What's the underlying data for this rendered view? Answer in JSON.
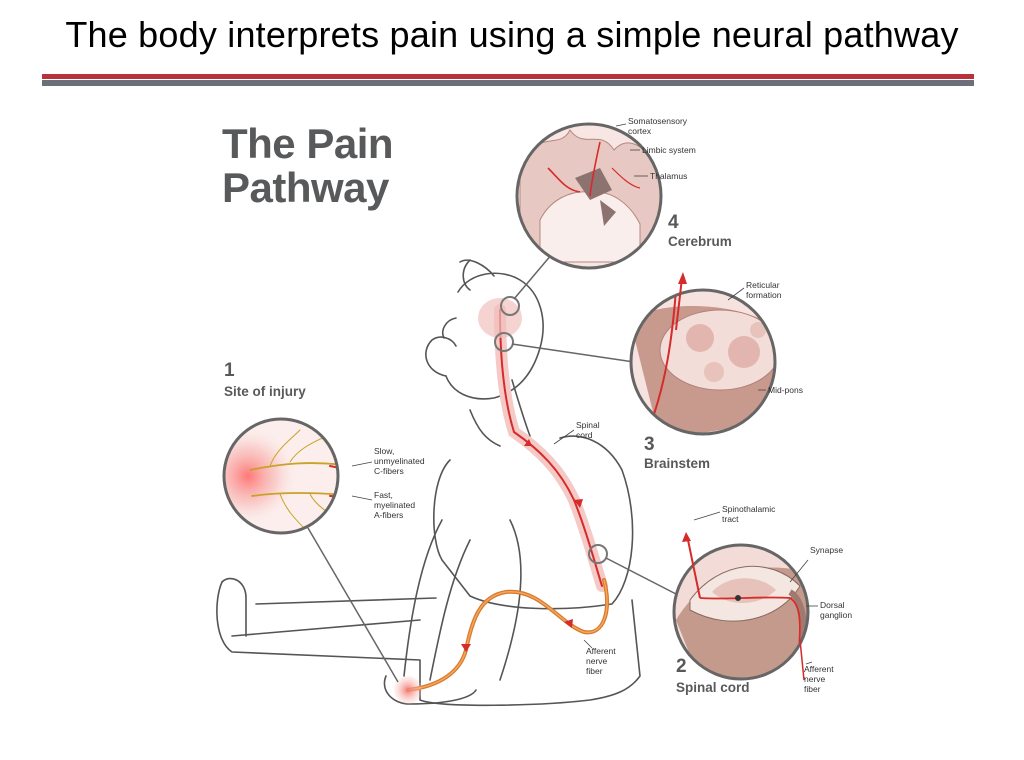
{
  "slide": {
    "title": "The body interprets pain using a simple neural pathway"
  },
  "figure": {
    "heading_line1": "The Pain",
    "heading_line2": "Pathway",
    "stages": [
      {
        "number": "1",
        "name": "Site of injury"
      },
      {
        "number": "2",
        "name": "Spinal cord"
      },
      {
        "number": "3",
        "name": "Brainstem"
      },
      {
        "number": "4",
        "name": "Cerebrum"
      }
    ],
    "labels": {
      "somatosensory_1": "Somatosensory",
      "somatosensory_2": "cortex",
      "limbic": "Limbic system",
      "thalamus": "Thalamus",
      "reticular_1": "Reticular",
      "reticular_2": "formation",
      "midpons": "Mid-pons",
      "spinal_cord_1": "Spinal",
      "spinal_cord_2": "cord",
      "slow_1": "Slow,",
      "slow_2": "unmyelinated",
      "slow_3": "C-fibers",
      "fast_1": "Fast,",
      "fast_2": "myelinated",
      "fast_3": "A-fibers",
      "spinothalamic_1": "Spinothalamic",
      "spinothalamic_2": "tract",
      "synapse": "Synapse",
      "dorsal_1": "Dorsal",
      "dorsal_2": "ganglion",
      "afferent_body_1": "Afferent",
      "afferent_body_2": "nerve",
      "afferent_body_3": "fiber",
      "afferent_cord_1": "Afferent",
      "afferent_cord_2": "nerve",
      "afferent_cord_3": "fiber"
    }
  },
  "colors": {
    "title_rule_red": "#b8323c",
    "title_rule_gray": "#6b6f7a",
    "heading_gray": "#58595b",
    "nerve_red": "#d62b2b",
    "nerve_orange": "#d87a2a",
    "tissue_pink": "#f2d6d3",
    "outline": "#555555"
  }
}
